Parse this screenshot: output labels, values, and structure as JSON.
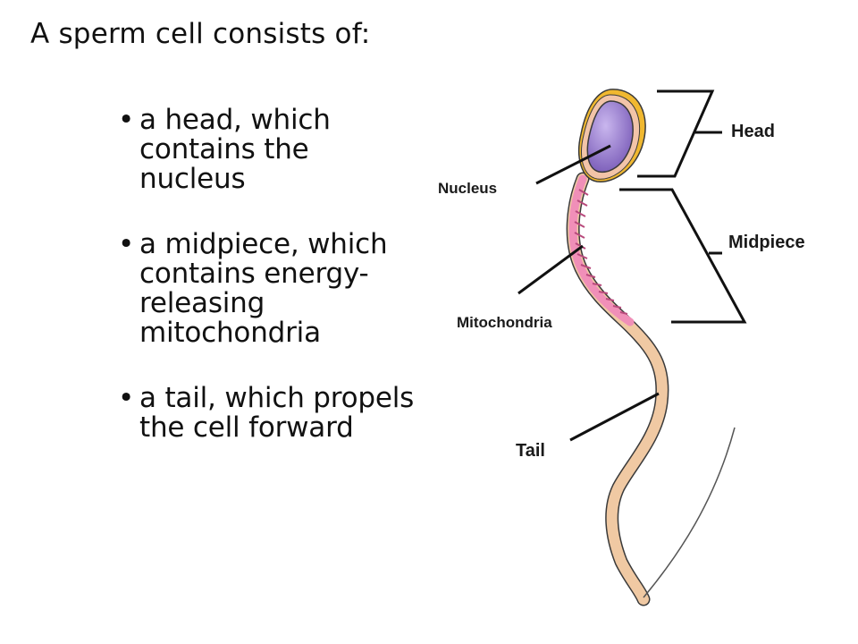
{
  "title": "A sperm cell consists of:",
  "bullets": [
    "a head, which contains the nucleus",
    "a midpiece, which contains energy-releasing mitochondria",
    "a tail, which propels the cell forward"
  ],
  "bullet_symbol": "•",
  "diagram": {
    "labels": {
      "head": "Head",
      "nucleus": "Nucleus",
      "midpiece": "Midpiece",
      "mitochondria": "Mitochondria",
      "tail": "Tail"
    },
    "colors": {
      "nucleus": "#8f74c9",
      "head_membrane": "#f2c4a8",
      "acrosome": "#f0b830",
      "midpiece": "#f08fb8",
      "tail": "#f0c9a3",
      "outline": "#3a3a3a"
    }
  }
}
